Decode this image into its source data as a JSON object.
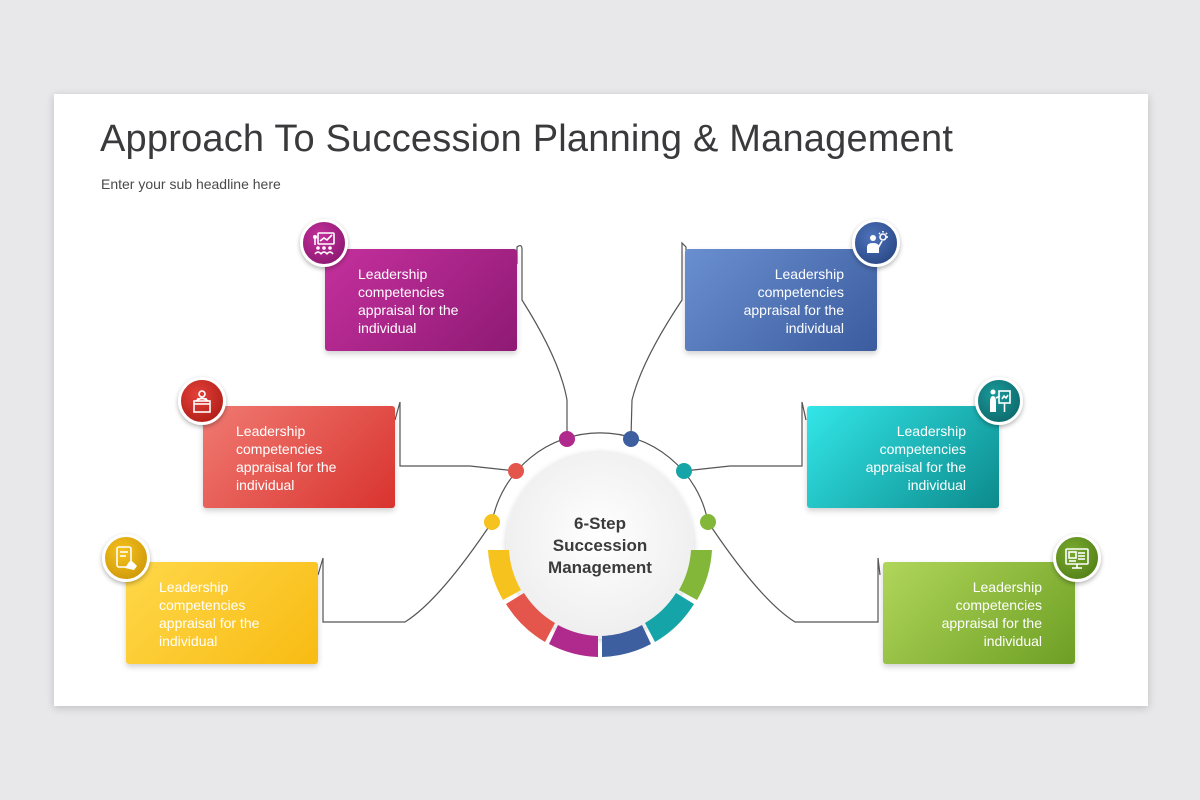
{
  "slide": {
    "title": "Approach To Succession Planning & Management",
    "subtitle": "Enter your sub headline here"
  },
  "hub": {
    "line1": "6-Step",
    "line2": "Succession",
    "line3": "Management"
  },
  "steps": [
    {
      "text": "Leadership competencies appraisal for the individual",
      "color_start": "#c5309d",
      "color_end": "#8e1a74",
      "icon": "presentation-audience-icon"
    },
    {
      "text": "Leadership competencies appraisal for the individual",
      "color_start": "#6a8fd0",
      "color_end": "#3b5c9e",
      "icon": "idea-person-icon"
    },
    {
      "text": "Leadership competencies appraisal for the individual",
      "color_start": "#f07a72",
      "color_end": "#d9332e",
      "icon": "podium-speaker-icon"
    },
    {
      "text": "Leadership competencies appraisal for the individual",
      "color_start": "#33e6e8",
      "color_end": "#0c8a8c",
      "icon": "presenter-board-icon"
    },
    {
      "text": "Leadership competencies appraisal for the individual",
      "color_start": "#ffd84a",
      "color_end": "#f8bb12",
      "icon": "tablet-hand-icon"
    },
    {
      "text": "Leadership competencies appraisal for the individual",
      "color_start": "#b0d65a",
      "color_end": "#6d9f24",
      "icon": "monitor-chart-icon"
    }
  ],
  "colors": {
    "magenta": "#b02a8d",
    "blue": "#3d5f9f",
    "red": "#d33a32",
    "teal": "#15a5a8",
    "yellow": "#f6c21d",
    "green": "#83b73a"
  }
}
